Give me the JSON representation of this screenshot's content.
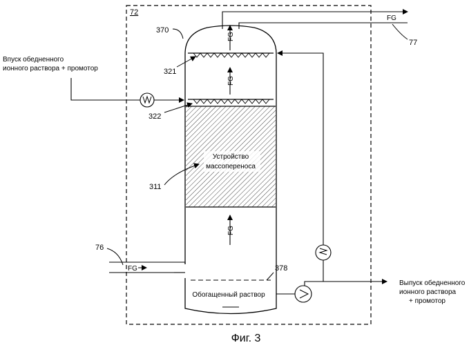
{
  "frame_label": "72",
  "refs": {
    "r370": "370",
    "r321": "321",
    "r322": "322",
    "r311": "311",
    "r76": "76",
    "r77": "77",
    "r378": "378"
  },
  "streams": {
    "fg_top": "FG",
    "fg_out": "FG",
    "fg_mid": "FG",
    "fg_low": "FG",
    "fg_in": "FG"
  },
  "inlet": {
    "line1": "Впуск обедненного",
    "line2": "ионного раствора + промотор"
  },
  "outlet": {
    "line1": "Выпуск обедненного",
    "line2": "ионного раствора",
    "line3": "+ промотор"
  },
  "packing": {
    "line1": "Устройство",
    "line2": "массопереноса"
  },
  "sump_label": "Обогащенный раствор",
  "caption": "Фиг. 3"
}
